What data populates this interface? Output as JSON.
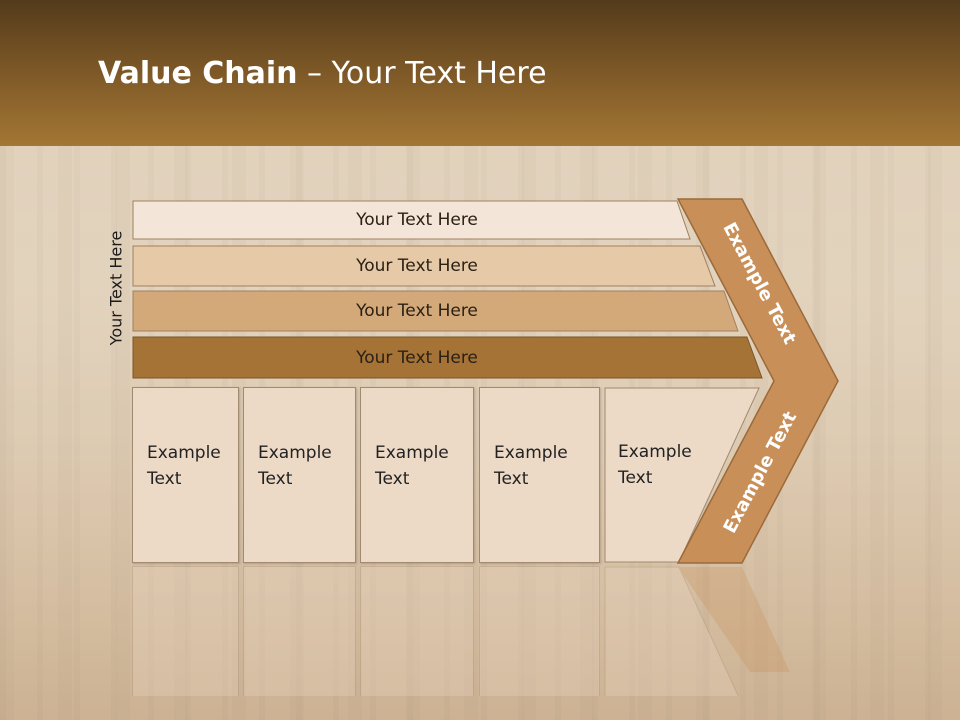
{
  "title": {
    "bold": "Value Chain",
    "rest": " – Your Text Here"
  },
  "vertical_label": "Your Text Here",
  "bars": [
    {
      "label": "Your Text Here",
      "fill": "#f3e6d8"
    },
    {
      "label": "Your Text Here",
      "fill": "#e6c9a6"
    },
    {
      "label": "Your Text Here",
      "fill": "#d4a979"
    },
    {
      "label": "Your Text Here",
      "fill": "#a67337"
    }
  ],
  "boxes": [
    {
      "line1": "Example",
      "line2": "Text"
    },
    {
      "line1": "Example",
      "line2": "Text"
    },
    {
      "line1": "Example",
      "line2": "Text"
    },
    {
      "line1": "Example",
      "line2": "Text"
    },
    {
      "line1": "Example",
      "line2": "Text"
    }
  ],
  "chevron": {
    "top_text": "Example Text",
    "bottom_text": "Example Text",
    "fill": "#c98f58"
  },
  "colors": {
    "header_dark": "#533b1b",
    "header_light": "#a37634",
    "box_fill": "#ecd9c6"
  }
}
